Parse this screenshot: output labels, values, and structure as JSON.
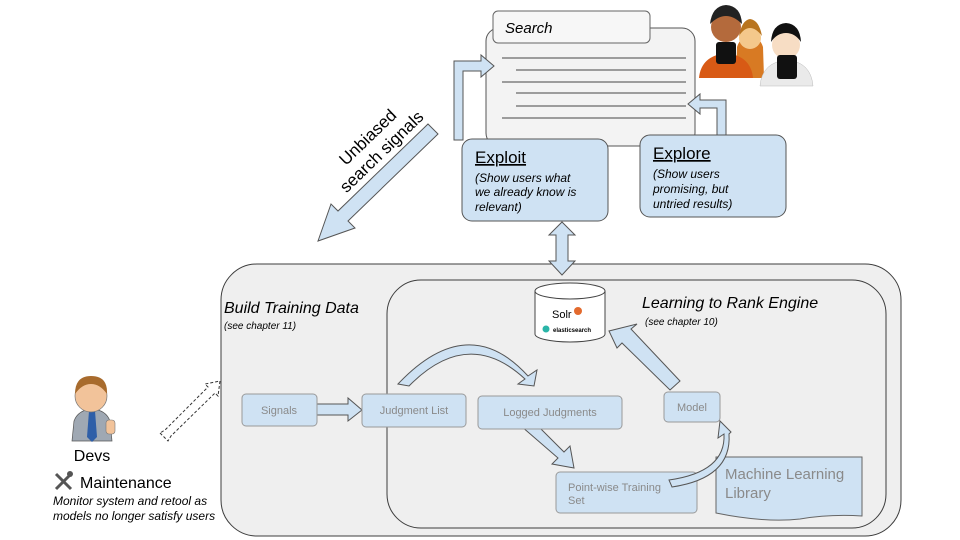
{
  "search": {
    "placeholder": "Search"
  },
  "signals_arrow": {
    "line1": "Unbiased",
    "line2": "search signals"
  },
  "exploit": {
    "title": "Exploit",
    "desc": [
      "(Show users what",
      "we already know is",
      "relevant)"
    ]
  },
  "explore": {
    "title": "Explore",
    "desc": [
      "(Show users",
      "promising, but",
      "untried results)"
    ]
  },
  "training": {
    "title": "Build Training Data",
    "ref": "(see chapter 11)"
  },
  "ltr": {
    "title": "Learning to Rank Engine",
    "ref": "(see chapter 10)"
  },
  "engine_logos": {
    "solr": "Solr",
    "elastic": "elasticsearch"
  },
  "nodes": {
    "signals": "Signals",
    "judgment_list": "Judgment List",
    "logged_judgments": "Logged Judgments",
    "model": "Model",
    "pointwise": [
      "Point-wise Training",
      "Set"
    ],
    "ml_library": [
      "Machine Learning",
      "Library"
    ]
  },
  "devs": {
    "label": "Devs",
    "maintenance": "Maintenance",
    "maintenance_icon": "tools-icon",
    "desc": [
      "Monitor system and retool as",
      "models no longer satisfy users"
    ]
  },
  "colors": {
    "box_fill": "#cfe2f3",
    "panel_fill": "#efefef",
    "stroke": "#3d3d3d"
  }
}
